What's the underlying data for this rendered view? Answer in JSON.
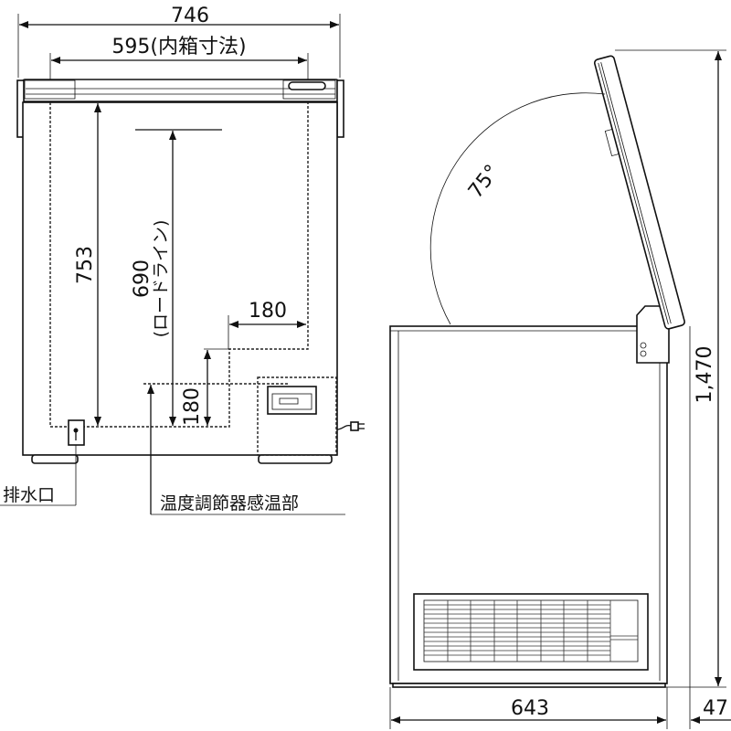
{
  "front_view": {
    "overall_width": "746",
    "inner_width": "595(内箱寸法)",
    "inner_depth": "753",
    "load_line_value": "690",
    "load_line_label": "(ロードライン)",
    "step_width": "180",
    "step_height": "180",
    "drain_label": "排水口",
    "sensor_label": "温度調節器感温部"
  },
  "side_view": {
    "lid_angle": "75°",
    "overall_height": "1,470",
    "depth": "643",
    "rear_clearance": "47"
  }
}
